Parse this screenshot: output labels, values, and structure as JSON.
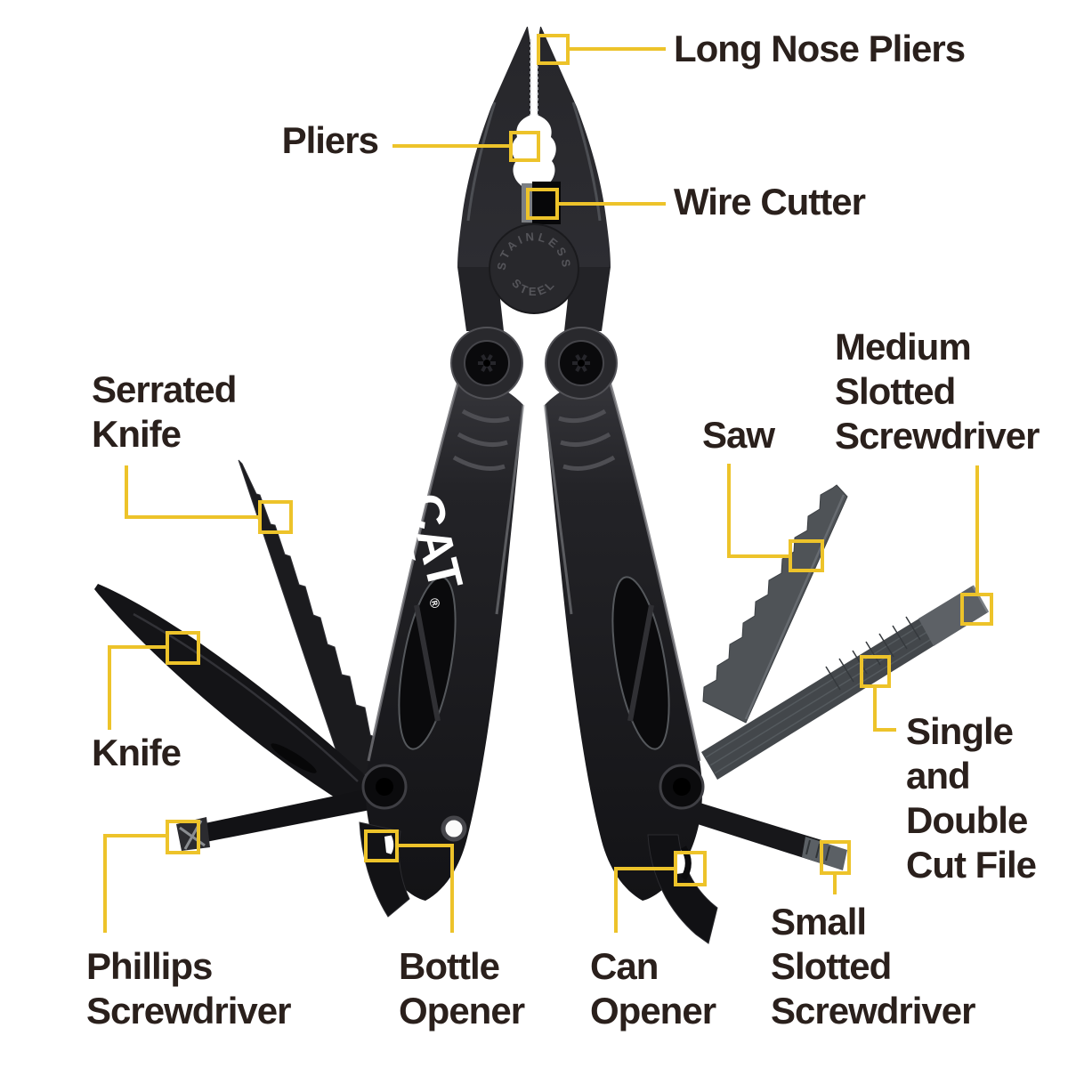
{
  "diagram": {
    "background_color": "#ffffff",
    "accent_yellow": "#edc32a",
    "label_text_color": "#2a201c",
    "labels": {
      "long_nose_pliers": {
        "lines": [
          "Long Nose Pliers"
        ]
      },
      "pliers": {
        "lines": [
          "Pliers"
        ]
      },
      "wire_cutter": {
        "lines": [
          "Wire Cutter"
        ]
      },
      "serrated_knife": {
        "lines": [
          "Serrated",
          "Knife"
        ]
      },
      "saw": {
        "lines": [
          "Saw"
        ]
      },
      "medium_slotted_screwdriver": {
        "lines": [
          "Medium",
          "Slotted",
          "Screwdriver"
        ]
      },
      "knife": {
        "lines": [
          "Knife"
        ]
      },
      "single_and_double_cut_file": {
        "lines": [
          "Single",
          "and",
          "Double",
          "Cut File"
        ]
      },
      "phillips_screwdriver": {
        "lines": [
          "Phillips",
          "Screwdriver"
        ]
      },
      "bottle_opener": {
        "lines": [
          "Bottle",
          "Opener"
        ]
      },
      "can_opener": {
        "lines": [
          "Can",
          "Opener"
        ]
      },
      "small_slotted_screwdriver": {
        "lines": [
          "Small",
          "Slotted",
          "Screwdriver"
        ]
      }
    },
    "product": {
      "brand_logo": "CAT",
      "brand_reg_mark": "®",
      "pivot_stamp_line1": "STAINLESS",
      "pivot_stamp_line2": "STEEL"
    }
  }
}
